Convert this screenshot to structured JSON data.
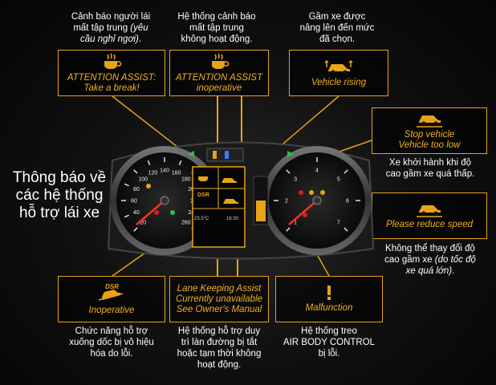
{
  "title": "Thông báo về các hệ thống hỗ trợ lái xe",
  "accent_color": "#e8a317",
  "alerts": [
    {
      "id": "attention-break",
      "icon": "coffee-cup-icon",
      "label_line1": "ATTENTION ASSIST:",
      "label_line2": "Take a break!",
      "desc_line1": "Cảnh báo người lái",
      "desc_line2_plain": "mất tập trung ",
      "desc_line2_italic": "(yêu",
      "desc_line3_italic": "cầu nghỉ ngơi)",
      "desc_line3_plain": "."
    },
    {
      "id": "attention-inoperative",
      "icon": "coffee-cup-icon",
      "label_line1": "ATTENTION ASSIST",
      "label_line2": "inoperative",
      "desc_line1": "Hệ thống cảnh báo",
      "desc_line2": "mất tập trung",
      "desc_line3": "không hoạt động."
    },
    {
      "id": "vehicle-rising",
      "icon": "vehicle-rising-icon",
      "label_line1": "Vehicle rising",
      "desc_line1": "Gầm xe được",
      "desc_line2": "nâng lên đến mức",
      "desc_line3": "đã chọn."
    },
    {
      "id": "stop-vehicle",
      "icon": "vehicle-low-icon",
      "label_line1": "Stop vehicle",
      "label_line2": "Vehicle too low",
      "desc_line1": "Xe khởi hành khi độ",
      "desc_line2": "cao gầm xe quá thấp."
    },
    {
      "id": "reduce-speed",
      "icon": "vehicle-low-icon",
      "label_line1": "Please reduce speed",
      "desc_line1": "Không thể thay đổi độ",
      "desc_line2_plain": "cao gầm xe ",
      "desc_line2_italic": "(do tốc độ",
      "desc_line3_italic": "xe quá lớn)",
      "desc_line3_plain": "."
    },
    {
      "id": "dsr-inoperative",
      "icon": "dsr-descent-icon",
      "icon_text": "DSR",
      "label_line1": "Inoperative",
      "desc_line1": "Chức năng hỗ trợ",
      "desc_line2": "xuống dốc bị vô hiệu",
      "desc_line3": "hóa do lỗi."
    },
    {
      "id": "lane-keeping",
      "label_line1": "Lane Keeping Assist",
      "label_line2": "Currently unavailable",
      "label_line3": "See Owner's Manual",
      "desc_line1": "Hệ thống hỗ trợ duy",
      "desc_line2": "trì làn đường bị tắt",
      "desc_line3": "hoặc tạm thời không",
      "desc_line4": "hoạt động."
    },
    {
      "id": "air-body-malfunction",
      "icon": "exclamation-icon",
      "label_line1": "Malfunction",
      "desc_line1": "Hệ thống treo",
      "desc_line2": "AIR BODY CONTROL",
      "desc_line3": "bị lỗi."
    }
  ],
  "cluster": {
    "temperature": "23.5°C",
    "time": "16:30",
    "dsr_text": "DSR",
    "left_ticks": [
      "20",
      "40",
      "60",
      "80",
      "100",
      "120",
      "140",
      "160",
      "180",
      "200",
      "220",
      "240",
      "260"
    ],
    "right_ticks": [
      "1",
      "2",
      "3",
      "4",
      "5",
      "6",
      "7"
    ]
  }
}
